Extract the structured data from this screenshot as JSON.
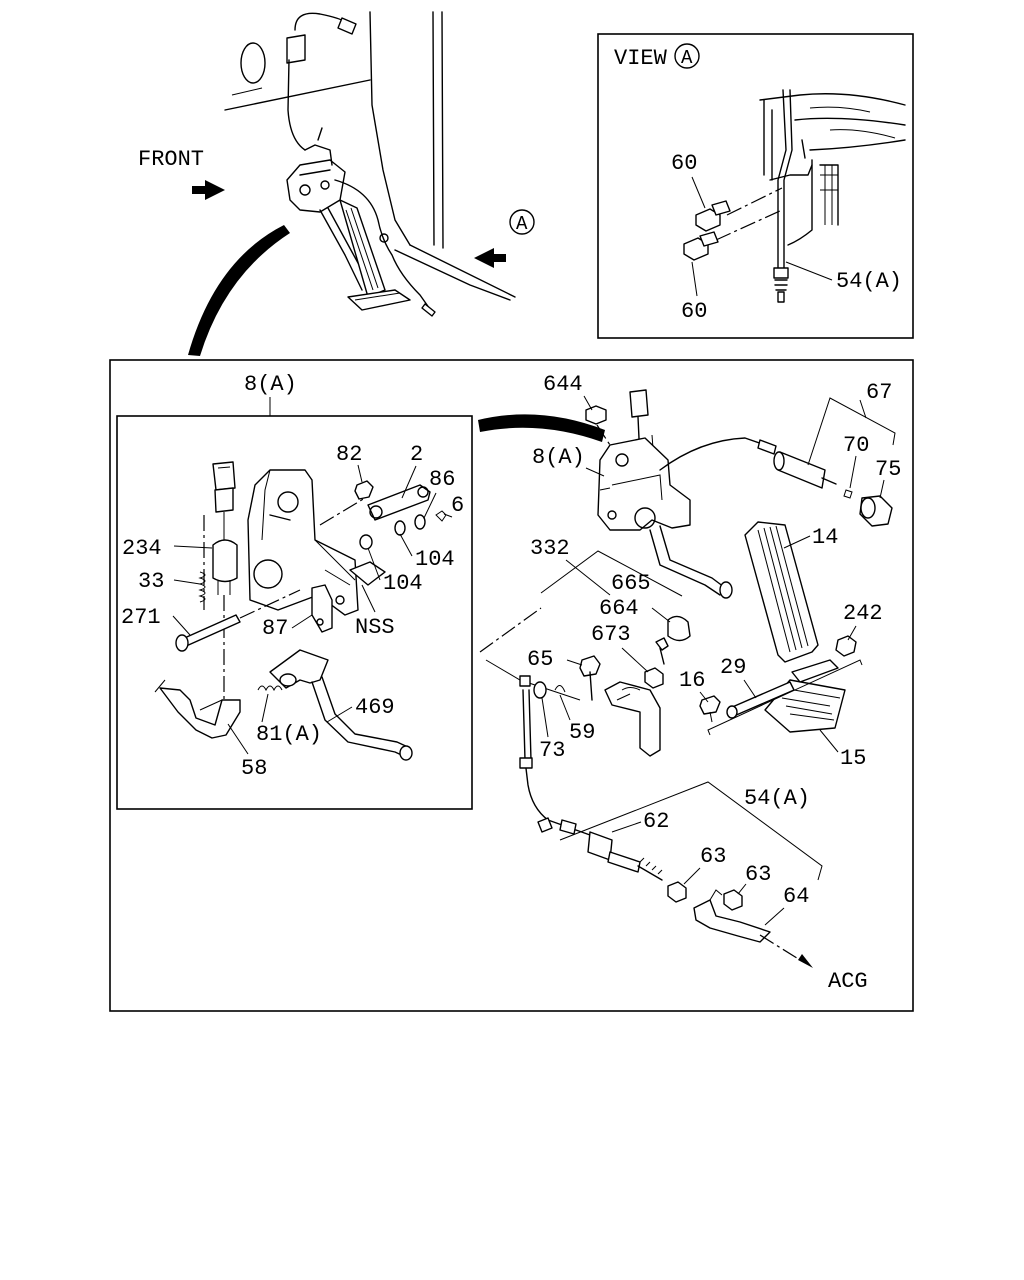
{
  "view_header": {
    "view_word": "VIEW",
    "view_letter": "A"
  },
  "direction": {
    "front": "FRONT",
    "acg": "ACG",
    "view_marker": "A"
  },
  "callouts": {
    "c60a": "60",
    "c60b": "60",
    "c54a_view": "54(A)",
    "c8a_inset": "8(A)",
    "c82": "82",
    "c2": "2",
    "c86": "86",
    "c6": "6",
    "c104a": "104",
    "c104b": "104",
    "c234": "234",
    "c33": "33",
    "c271": "271",
    "c87": "87",
    "cnss": "NSS",
    "c469": "469",
    "c81a": "81(A)",
    "c58": "58",
    "c644": "644",
    "c8a_main": "8(A)",
    "c67": "67",
    "c70": "70",
    "c75": "75",
    "c14": "14",
    "c332": "332",
    "c665": "665",
    "c664": "664",
    "c673": "673",
    "c242": "242",
    "c65": "65",
    "c16": "16",
    "c29": "29",
    "c59": "59",
    "c73": "73",
    "c15": "15",
    "c54a_main": "54(A)",
    "c62": "62",
    "c63a": "63",
    "c63b": "63",
    "c64": "64"
  }
}
